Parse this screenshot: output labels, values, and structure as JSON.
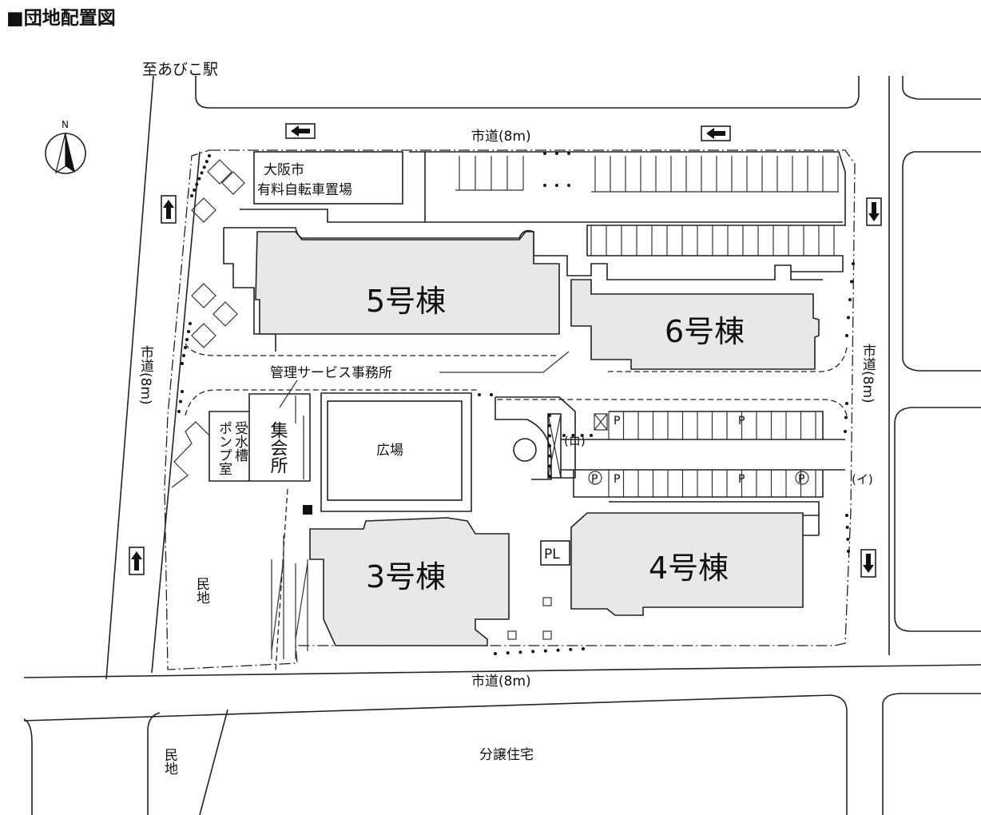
{
  "title": "■団地配置図",
  "direction_label": "至あびこ駅",
  "north_label": "N",
  "roads": {
    "top": "市道(8m)",
    "bottom": "市道(8m)",
    "left": "市道(8m)",
    "right": "市道(8m)"
  },
  "facilities": {
    "bicycle_line1": "大阪市",
    "bicycle_line2": "有料自転車置場",
    "office": "管理サービス事務所",
    "hall": "集会所",
    "water_tank": "受水槽",
    "pump_room": "ポンプ室",
    "plaza": "広場",
    "playlot": "PL",
    "entrance_ro": "(ロ)",
    "entrance_i": "(イ)",
    "parking": "P"
  },
  "buildings": {
    "b5": "5号棟",
    "b6": "6号棟",
    "b3": "3号棟",
    "b4": "4号棟"
  },
  "surroundings": {
    "private_land_1": "民地",
    "private_land_2": "民地",
    "condo": "分譲住宅"
  },
  "colors": {
    "building_fill": "#e8e8e8",
    "line": "#222222"
  }
}
